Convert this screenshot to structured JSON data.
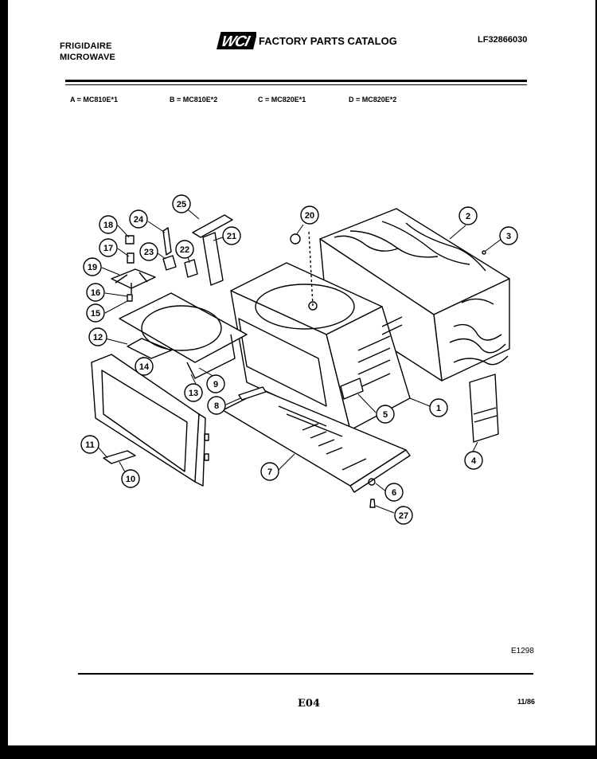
{
  "header": {
    "brand_line1": "FRIGIDAIRE",
    "brand_line2": "MICROWAVE",
    "logo_text": "WCI",
    "catalog_title": "FACTORY PARTS CATALOG",
    "part_number": "LF32866030"
  },
  "models": [
    "A = MC810E*1",
    "B = MC810E*2",
    "C = MC820E*1",
    "D = MC820E*2"
  ],
  "callouts": [
    "1",
    "2",
    "3",
    "4",
    "5",
    "6",
    "7",
    "8",
    "9",
    "10",
    "11",
    "12",
    "13",
    "14",
    "15",
    "16",
    "17",
    "18",
    "19",
    "20",
    "21",
    "22",
    "23",
    "24",
    "25",
    "27"
  ],
  "footer": {
    "diagram_code": "E1298",
    "page_code": "E04",
    "date": "11/86"
  },
  "colors": {
    "ink": "#000000",
    "paper": "#ffffff",
    "background": "#000000"
  }
}
